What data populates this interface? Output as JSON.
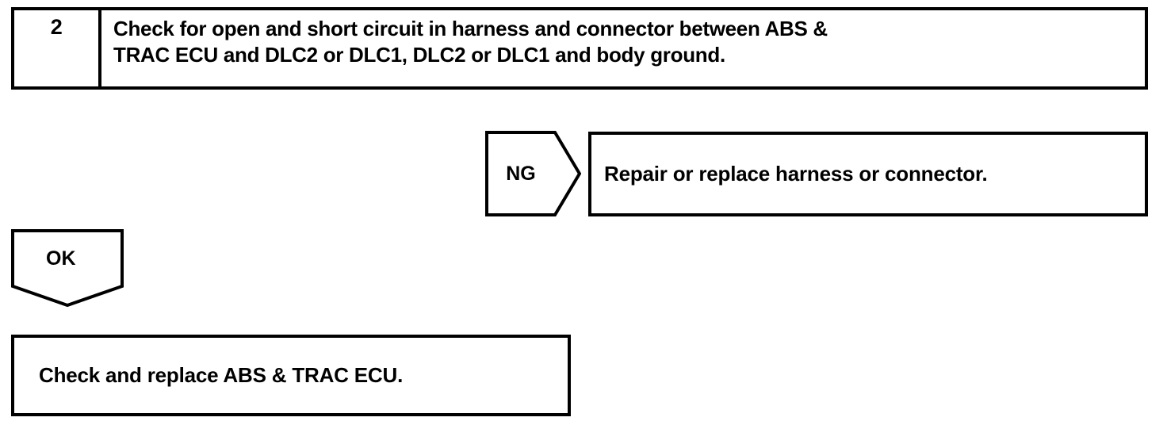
{
  "document": {
    "type": "diagnostic-flowchart",
    "background_color": "#ffffff",
    "line_color": "#000000"
  },
  "step": {
    "number": "2",
    "instruction": "Check for open and short circuit in harness and connector between ABS &\nTRAC ECU and DLC2 or DLC1, DLC2 or DLC1 and body ground."
  },
  "branches": {
    "ng": {
      "label": "NG",
      "marker_shape": "right-pointing-pentagon",
      "result": "Repair or replace harness or connector."
    },
    "ok": {
      "label": "OK",
      "marker_shape": "down-pointing-pentagon",
      "result": "Check and replace ABS & TRAC ECU."
    }
  }
}
